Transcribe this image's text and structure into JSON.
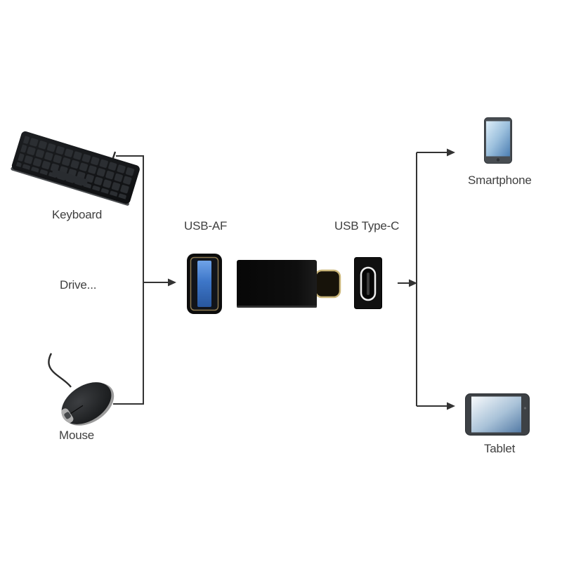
{
  "title": "USB-AF to USB Type-C adapter connection diagram",
  "labels": {
    "keyboard": "Keyboard",
    "drive": "Drive...",
    "mouse": "Mouse",
    "usb_af": "USB-AF",
    "usb_type_c": "USB Type-C",
    "smartphone": "Smartphone",
    "tablet": "Tablet"
  },
  "colors": {
    "background": "#ffffff",
    "connector_line": "#333333",
    "label_text": "#3f3f3f",
    "usb_af_port_blue": "#3d76c8",
    "usb_plug_gold": "#c9b579",
    "device_screen_blue": "#5c8fc2",
    "device_black": "#141414"
  },
  "connections": [
    {
      "from": "Keyboard",
      "to": "USB-AF side of adapter"
    },
    {
      "from": "Drive...",
      "to": "USB-AF side of adapter"
    },
    {
      "from": "Mouse",
      "to": "USB-AF side of adapter"
    },
    {
      "from": "USB Type-C side of adapter",
      "to": "Smartphone"
    },
    {
      "from": "USB Type-C side of adapter",
      "to": "Tablet"
    }
  ]
}
